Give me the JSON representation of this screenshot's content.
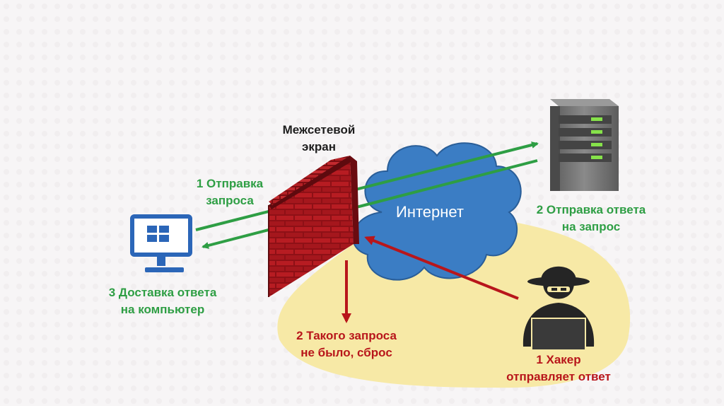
{
  "firewall": {
    "title_line1": "Межсетевой",
    "title_line2": "экран"
  },
  "internet": {
    "label": "Интернет"
  },
  "steps": {
    "send_request": {
      "line1": "1 Отправка",
      "line2": "запроса"
    },
    "server_reply": {
      "line1": "2 Отправка ответа",
      "line2": "на запрос"
    },
    "deliver": {
      "line1": "3 Доставка ответа",
      "line2": "на компьютер"
    },
    "drop": {
      "line1": "2 Такого запроса",
      "line2": "не было, сброс"
    },
    "hacker": {
      "line1": "1 Хакер",
      "line2": "отправляет ответ"
    }
  },
  "colors": {
    "green": "#2e9e44",
    "red": "#b8161b",
    "cloud": "#3b7dc4",
    "yellow_zone": "#f7e9a6",
    "brick": "#a3161c"
  },
  "icons": [
    "computer-icon",
    "firewall-icon",
    "cloud-icon",
    "server-icon",
    "hacker-icon"
  ]
}
